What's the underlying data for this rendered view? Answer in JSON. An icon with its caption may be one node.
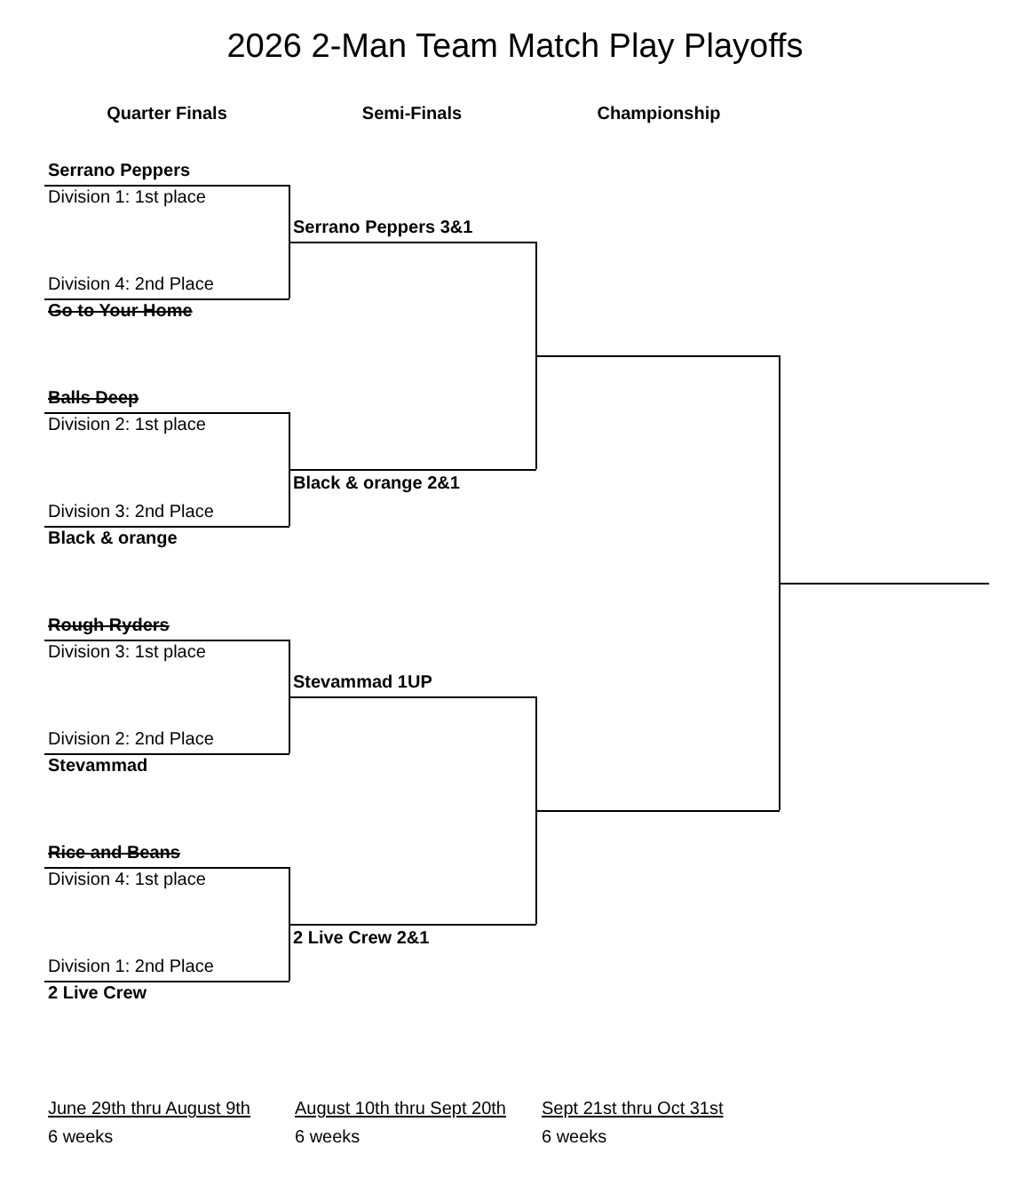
{
  "diagram": {
    "title": "2026 2-Man Team Match Play Playoffs",
    "nodes": [
      {
        "text": [
          "Serrano Peppers",
          "Division 1: 1st place"
        ]
      },
      {
        "text": [
          "Division 4: 2nd Place",
          "Go to Your Home"
        ]
      },
      {
        "text": [
          "Balls Deep",
          "Division 2: 1st place"
        ]
      },
      {
        "text": [
          "Division 3: 2nd Place",
          "Black & orange"
        ]
      },
      {
        "text": [
          "Rough Ryders",
          "Division 3: 1st place"
        ]
      },
      {
        "text": [
          "Division 2: 2nd Place",
          "Stevammad"
        ]
      },
      {
        "text": [
          "Rice and Beans",
          "Division 4: 1st place"
        ]
      },
      {
        "text": [
          "Division 1: 2nd Place",
          "2 Live Crew"
        ]
      },
      {
        "text": [
          "Serrano Peppers 3&1"
        ]
      },
      {
        "text": [
          "Black & orange 2&1"
        ]
      },
      {
        "text": [
          "Stevammad 1UP"
        ]
      },
      {
        "text": [
          "2 Live Crew 2&1"
        ]
      },
      {
        "text": [],
        "shape": "line"
      },
      {
        "text": [],
        "shape": "line"
      },
      {
        "text": [],
        "shape": "line"
      }
    ],
    "edges": [
      {
        "from": 0,
        "to": 8,
        "arrow": "none"
      },
      {
        "from": 1,
        "to": 8,
        "arrow": "none"
      },
      {
        "from": 2,
        "to": 9,
        "arrow": "none"
      },
      {
        "from": 3,
        "to": 9,
        "arrow": "none"
      },
      {
        "from": 4,
        "to": 10,
        "arrow": "none"
      },
      {
        "from": 5,
        "to": 10,
        "arrow": "none"
      },
      {
        "from": 6,
        "to": 11,
        "arrow": "none"
      },
      {
        "from": 7,
        "to": 11,
        "arrow": "none"
      },
      {
        "from": 8,
        "to": 12,
        "arrow": "none"
      },
      {
        "from": 9,
        "to": 12,
        "arrow": "none"
      },
      {
        "from": 10,
        "to": 13,
        "arrow": "none"
      },
      {
        "from": 11,
        "to": 13,
        "arrow": "none"
      },
      {
        "from": 12,
        "to": 14,
        "arrow": "none"
      },
      {
        "from": 13,
        "to": 14,
        "arrow": "none"
      }
    ],
    "labels": [
      "Quarter Finals",
      "Semi-Finals",
      "Championship",
      "June 29th thru August 9th",
      "August 10th thru Sept 20th",
      "Sept 21st thru Oct 31st",
      "6 weeks",
      "6 weeks",
      "6 weeks"
    ]
  }
}
